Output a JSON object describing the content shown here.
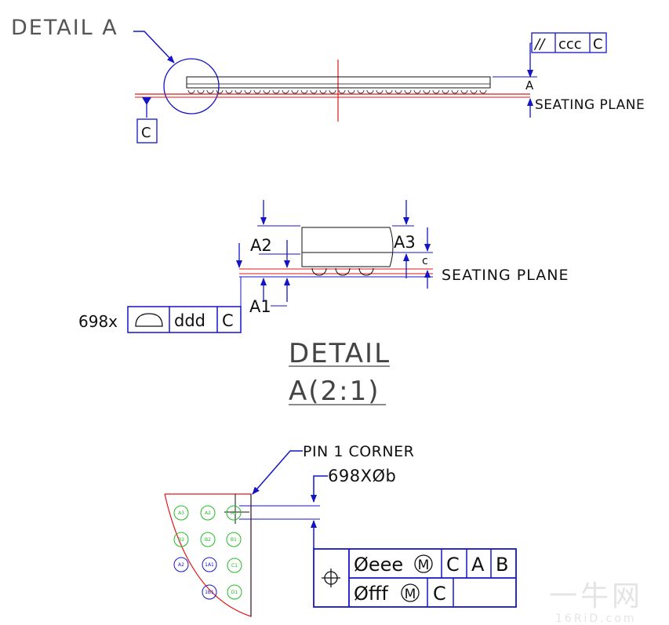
{
  "colors": {
    "blue": "#1515c8",
    "red": "#e01818",
    "black": "#101010",
    "green": "#22bb22",
    "gray": "#555555",
    "watermark": "#cfcfcf"
  },
  "top_view": {
    "detail_label": "DETAIL A",
    "fcf_parallel": "//",
    "fcf_tolerance": "ccc",
    "fcf_datum": "C",
    "datum_a": "A",
    "seating_plane": "SEATING PLANE",
    "datum_c": "C"
  },
  "detail_a": {
    "a2": "A2",
    "a1": "A1",
    "a3": "A3",
    "c": "c",
    "seating_plane": "SEATING PLANE",
    "count": "698x",
    "profile_tolerance": "ddd",
    "profile_datum": "C",
    "title_line1": "DETAIL",
    "title_line2": "A(2:1)"
  },
  "bottom_view": {
    "pin1_label": "PIN 1 CORNER",
    "ball_dia_label": "698XØb",
    "ball_labels": [
      [
        "A3",
        "A2",
        "A1"
      ],
      [
        "B3",
        "B2",
        "B1"
      ],
      [
        "A2",
        "1A1",
        "C1"
      ],
      [
        "1B1",
        "D1"
      ]
    ],
    "fcf_row1": {
      "symbol": "⌖",
      "tolerance": "Øeee",
      "modifier": "M",
      "datum1": "C",
      "datum2": "A",
      "datum3": "B"
    },
    "fcf_row2": {
      "tolerance": "Øfff",
      "modifier": "M",
      "datum1": "C"
    }
  },
  "watermark": {
    "chars": "一牛网",
    "url": "16RiD.com"
  }
}
